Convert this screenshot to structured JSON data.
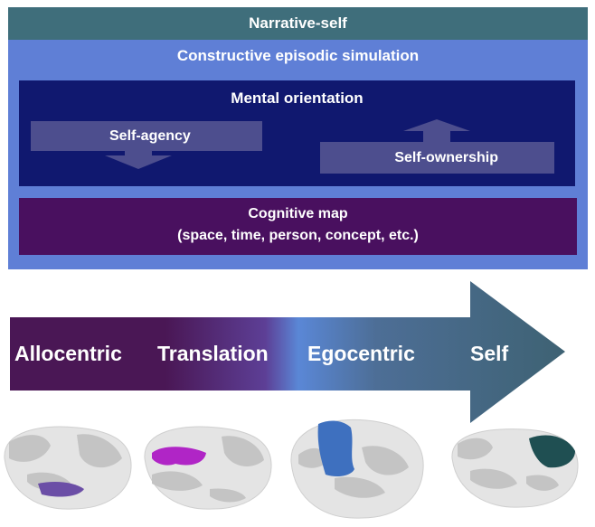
{
  "diagram": {
    "narrative_self": "Narrative-self",
    "constructive_episodic_simulation": "Constructive episodic simulation",
    "mental_orientation": "Mental orientation",
    "self_agency": "Self-agency",
    "self_ownership": "Self-ownership",
    "cognitive_map_line1": "Cognitive map",
    "cognitive_map_line2": "(space, time, person, concept, etc.)"
  },
  "continuum": {
    "stages": [
      "Allocentric",
      "Translation",
      "Egocentric",
      "Self"
    ]
  },
  "brains": [
    {
      "region_color": "#6b4ea6"
    },
    {
      "region_color": "#b025c6"
    },
    {
      "region_color": "#3e70bf"
    },
    {
      "region_color": "#1f4f52"
    }
  ],
  "colors": {
    "narrative": "#3f6e7b",
    "ces": "#5f7fd6",
    "mental": "#10186f",
    "cognitive_map": "#49105f",
    "arrow_bar": "#4d4e8e"
  }
}
